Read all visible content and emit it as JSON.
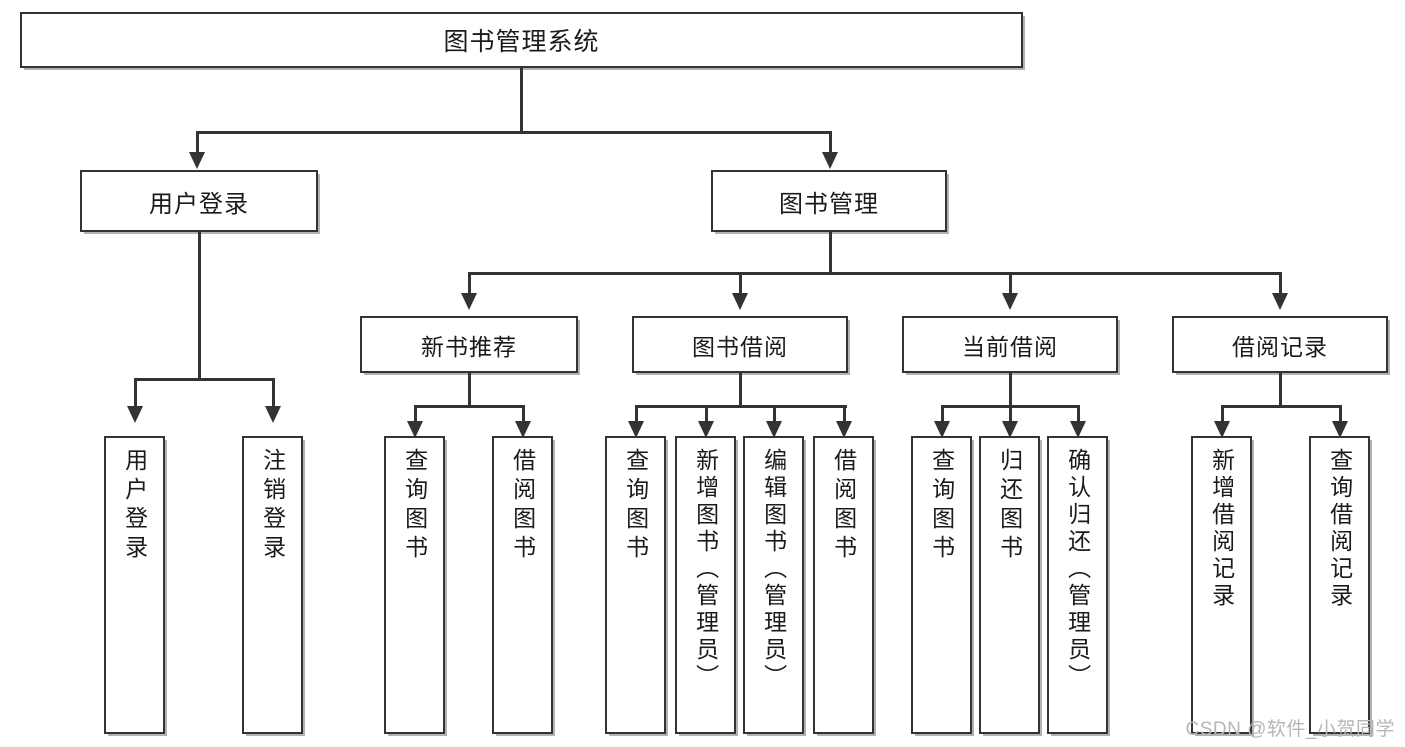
{
  "diagram": {
    "title": "图书管理系统",
    "watermark": "CSDN @软件_小贺同学",
    "accent_color": "#333333",
    "background_color": "#ffffff",
    "root": {
      "id": "root",
      "label": "图书管理系统",
      "level": 1
    },
    "level2": [
      {
        "id": "user-login",
        "label": "用户登录",
        "level": 2
      },
      {
        "id": "book-manage",
        "label": "图书管理",
        "level": 2
      }
    ],
    "level3": [
      {
        "id": "new-book-recommend",
        "label": "新书推荐",
        "parent": "book-manage",
        "level": 3
      },
      {
        "id": "book-borrow",
        "label": "图书借阅",
        "parent": "book-manage",
        "level": 3
      },
      {
        "id": "current-borrow",
        "label": "当前借阅",
        "parent": "book-manage",
        "level": 3
      },
      {
        "id": "borrow-record",
        "label": "借阅记录",
        "parent": "book-manage",
        "level": 3
      }
    ],
    "leaves": [
      {
        "id": "leaf-user-login",
        "label": "用户登录",
        "parent": "user-login",
        "level": 3
      },
      {
        "id": "leaf-user-logout",
        "label": "注销登录",
        "parent": "user-login",
        "level": 3
      },
      {
        "id": "leaf-query-book-1",
        "label": "查询图书",
        "parent": "new-book-recommend",
        "level": 4
      },
      {
        "id": "leaf-borrow-book-1",
        "label": "借阅图书",
        "parent": "new-book-recommend",
        "level": 4
      },
      {
        "id": "leaf-query-book-2",
        "label": "查询图书",
        "parent": "book-borrow",
        "level": 4
      },
      {
        "id": "leaf-add-book",
        "label": "新增图书（管理员）",
        "parent": "book-borrow",
        "level": 4
      },
      {
        "id": "leaf-edit-book",
        "label": "编辑图书（管理员）",
        "parent": "book-borrow",
        "level": 4
      },
      {
        "id": "leaf-borrow-book-2",
        "label": "借阅图书",
        "parent": "book-borrow",
        "level": 4
      },
      {
        "id": "leaf-query-book-3",
        "label": "查询图书",
        "parent": "current-borrow",
        "level": 4
      },
      {
        "id": "leaf-return-book",
        "label": "归还图书",
        "parent": "current-borrow",
        "level": 4
      },
      {
        "id": "leaf-confirm-return",
        "label": "确认归还（管理员）",
        "parent": "current-borrow",
        "level": 4
      },
      {
        "id": "leaf-add-record",
        "label": "新增借阅记录",
        "parent": "borrow-record",
        "level": 4
      },
      {
        "id": "leaf-query-record",
        "label": "查询借阅记录",
        "parent": "borrow-record",
        "level": 4
      }
    ]
  }
}
